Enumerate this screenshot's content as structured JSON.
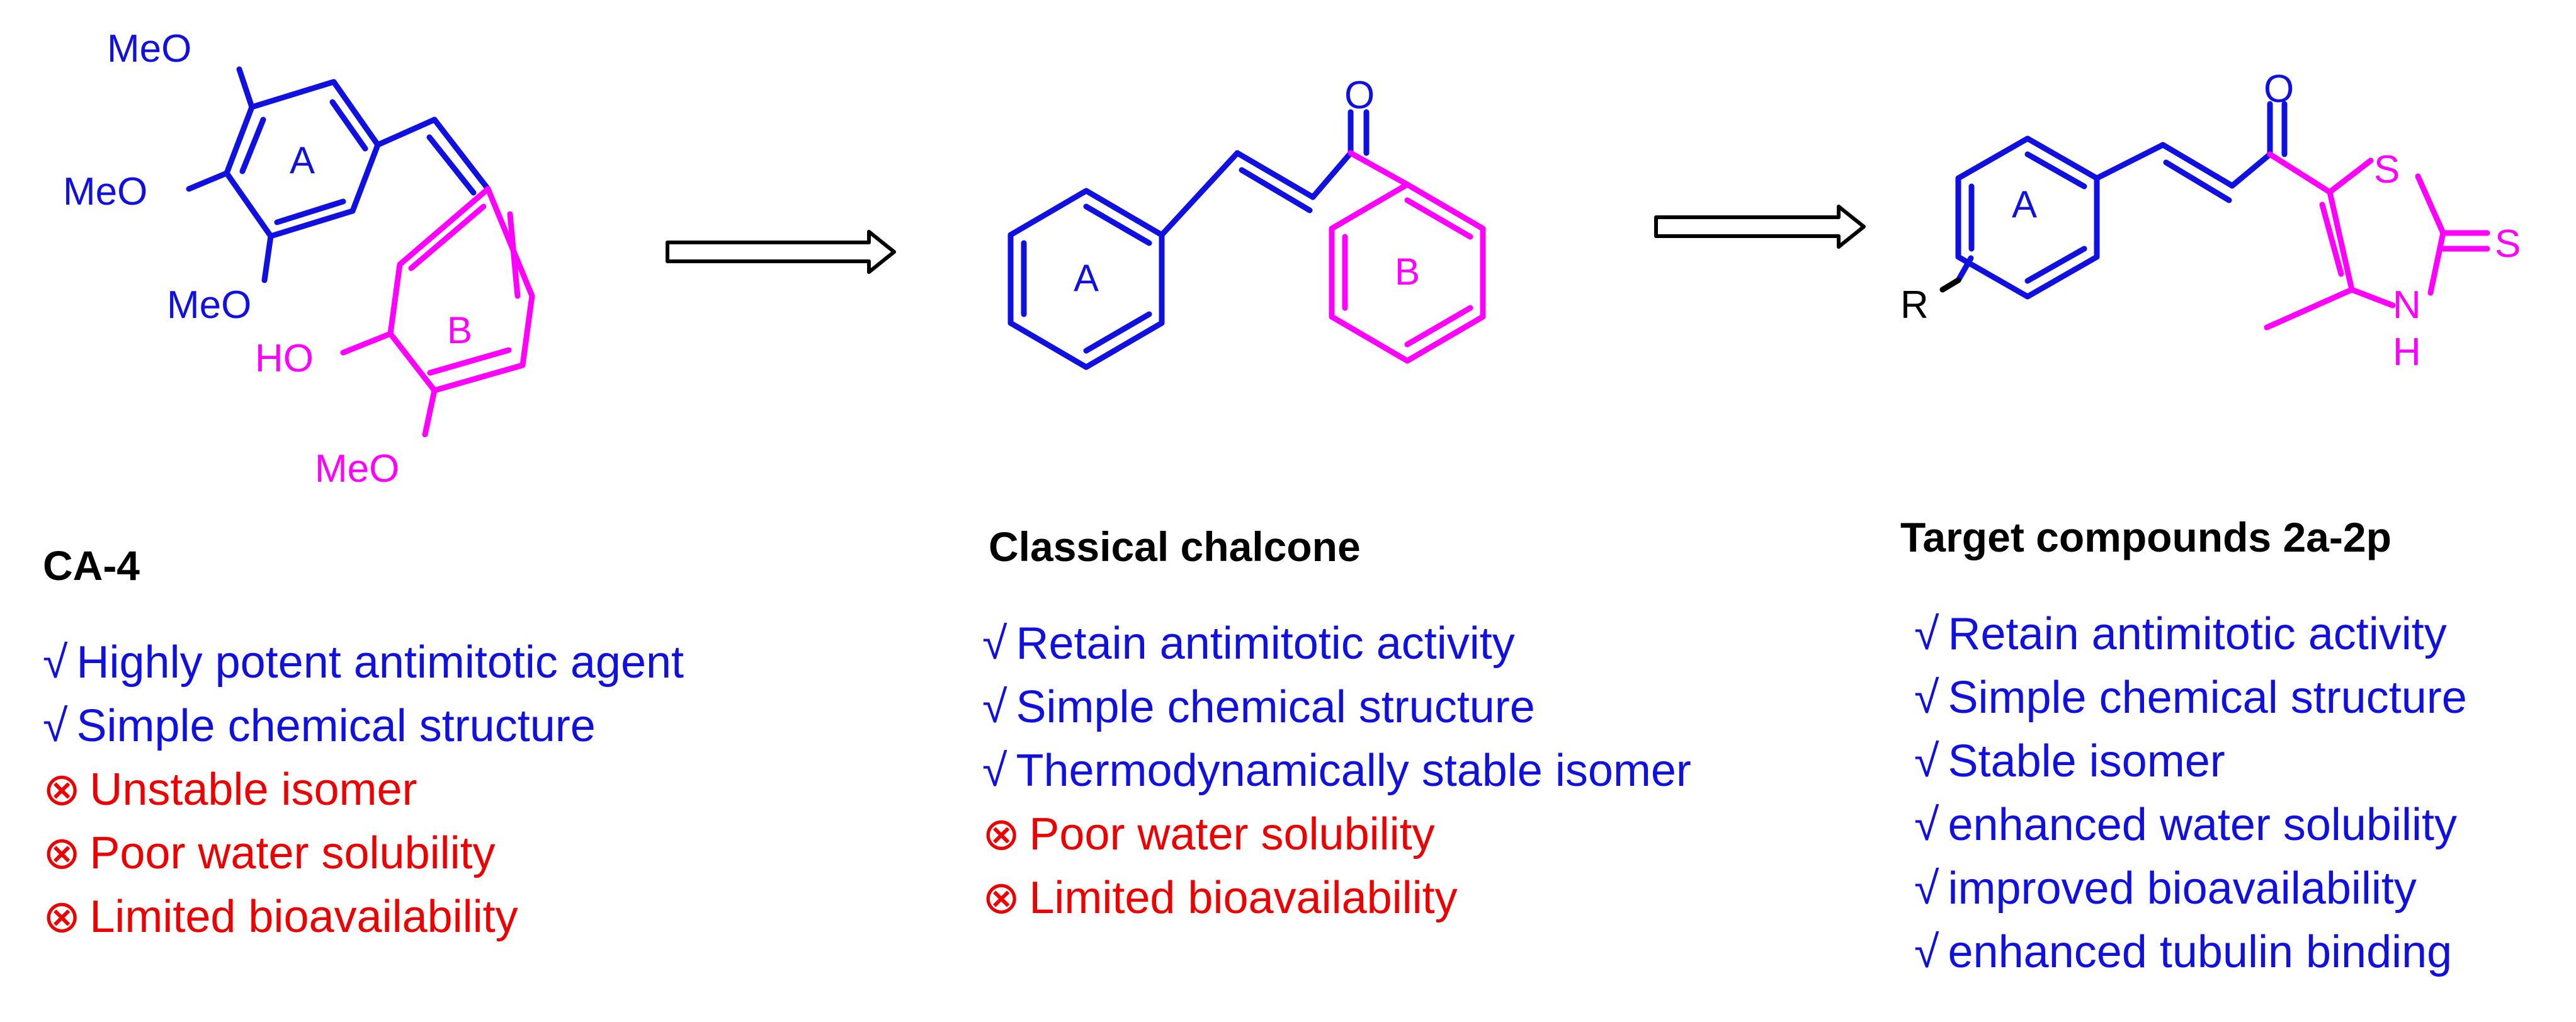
{
  "colors": {
    "blue": "#1010e0",
    "magenta": "#ff00ff",
    "red": "#ee0000",
    "black": "#000000"
  },
  "structures": {
    "ca4": {
      "substituents": [
        "MeO",
        "MeO",
        "MeO",
        "HO",
        "MeO"
      ],
      "ring_labels": [
        "A",
        "B"
      ]
    },
    "chalcone": {
      "carbonyl": "O",
      "ring_labels": [
        "A",
        "B"
      ]
    },
    "target": {
      "carbonyl": "O",
      "ring_label": "A",
      "r_group": "R",
      "ring_atoms": [
        "S",
        "S",
        "N",
        "H"
      ]
    }
  },
  "columns": [
    {
      "title": "CA-4",
      "items": [
        {
          "mark": "√",
          "text": "Highly potent antimitotic agent",
          "status": "positive"
        },
        {
          "mark": "√",
          "text": "Simple chemical structure",
          "status": "positive"
        },
        {
          "mark": "⊗",
          "text": "Unstable isomer",
          "status": "negative"
        },
        {
          "mark": "⊗",
          "text": "Poor water solubility",
          "status": "negative"
        },
        {
          "mark": "⊗",
          "text": "Limited bioavailability",
          "status": "negative"
        }
      ]
    },
    {
      "title": "Classical chalcone",
      "items": [
        {
          "mark": "√",
          "text": "Retain antimitotic activity",
          "status": "positive"
        },
        {
          "mark": "√",
          "text": "Simple chemical structure",
          "status": "positive"
        },
        {
          "mark": "√",
          "text": "Thermodynamically stable isomer",
          "status": "positive"
        },
        {
          "mark": "⊗",
          "text": "Poor water solubility",
          "status": "negative"
        },
        {
          "mark": "⊗",
          "text": "Limited bioavailability",
          "status": "negative"
        }
      ]
    },
    {
      "title": "Target compounds 2a-2p",
      "items": [
        {
          "mark": "√",
          "text": "Retain antimitotic activity",
          "status": "positive"
        },
        {
          "mark": "√",
          "text": "Simple chemical structure",
          "status": "positive"
        },
        {
          "mark": "√",
          "text": "Stable isomer",
          "status": "positive"
        },
        {
          "mark": "√",
          "text": "enhanced water solubility",
          "status": "positive"
        },
        {
          "mark": "√",
          "text": "improved bioavailability",
          "status": "positive"
        },
        {
          "mark": "√",
          "text": "enhanced tubulin binding",
          "status": "positive"
        }
      ]
    }
  ]
}
